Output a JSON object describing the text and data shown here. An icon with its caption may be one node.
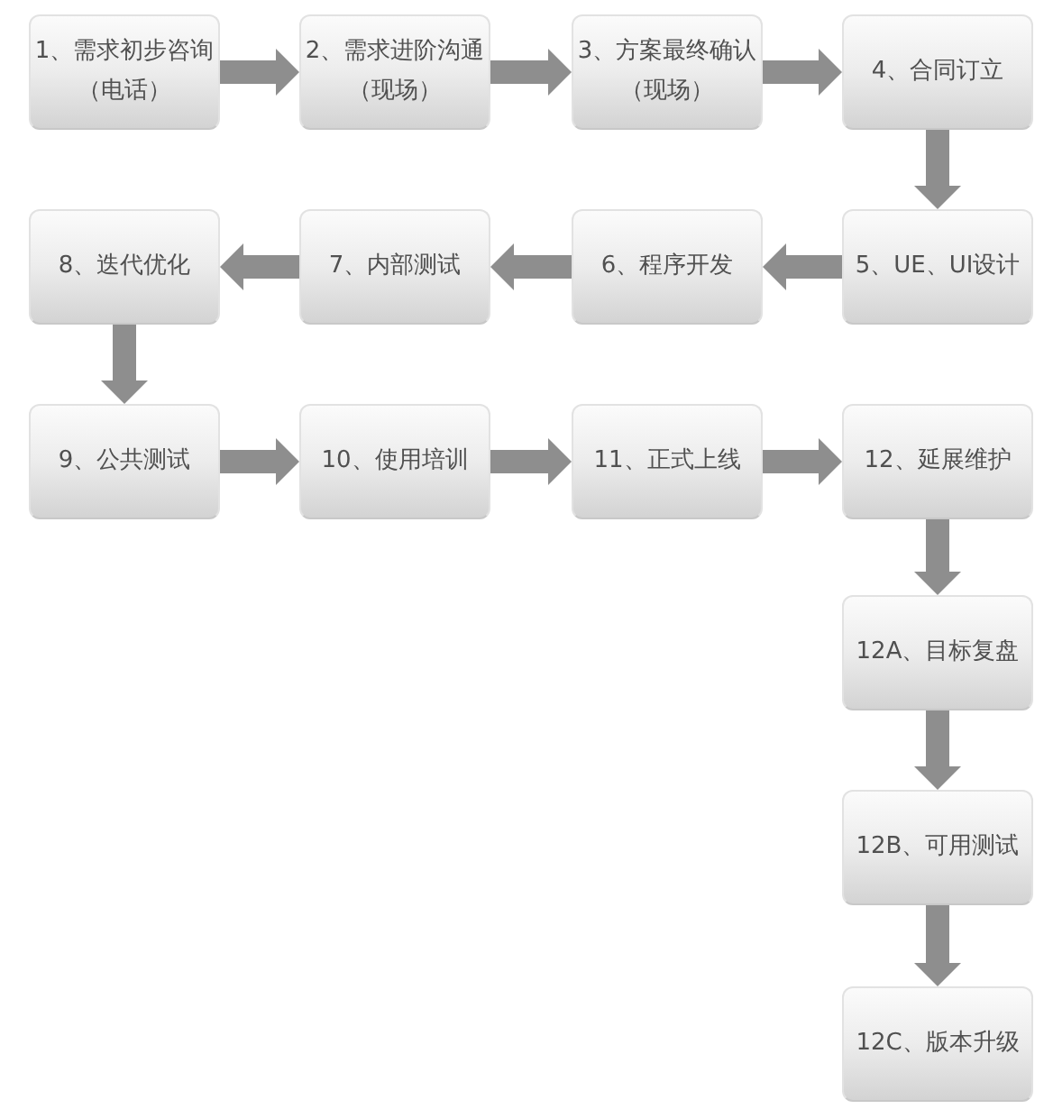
{
  "diagram": {
    "nodes": [
      {
        "text": [
          "1、需求初步咨询（电话）"
        ]
      },
      {
        "text": [
          "2、需求进阶沟通（现场）"
        ]
      },
      {
        "text": [
          "3、方案最终确认（现场）"
        ]
      },
      {
        "text": [
          "4、合同订立"
        ]
      },
      {
        "text": [
          "5、UE、UI设计"
        ]
      },
      {
        "text": [
          "6、程序开发"
        ]
      },
      {
        "text": [
          "7、内部测试"
        ]
      },
      {
        "text": [
          "8、迭代优化"
        ]
      },
      {
        "text": [
          "9、公共测试"
        ]
      },
      {
        "text": [
          "10、使用培训"
        ]
      },
      {
        "text": [
          "11、正式上线"
        ]
      },
      {
        "text": [
          "12、延展维护"
        ]
      },
      {
        "text": [
          "12A、目标复盘"
        ]
      },
      {
        "text": [
          "12B、可用测试"
        ]
      },
      {
        "text": [
          "12C、版本升级"
        ]
      }
    ],
    "edges": [
      {
        "from": 0,
        "to": 1,
        "arrow": "to"
      },
      {
        "from": 1,
        "to": 2,
        "arrow": "to"
      },
      {
        "from": 2,
        "to": 3,
        "arrow": "to"
      },
      {
        "from": 3,
        "to": 4,
        "arrow": "to"
      },
      {
        "from": 4,
        "to": 5,
        "arrow": "to"
      },
      {
        "from": 5,
        "to": 6,
        "arrow": "to"
      },
      {
        "from": 6,
        "to": 7,
        "arrow": "to"
      },
      {
        "from": 7,
        "to": 8,
        "arrow": "to"
      },
      {
        "from": 8,
        "to": 9,
        "arrow": "to"
      },
      {
        "from": 9,
        "to": 10,
        "arrow": "to"
      },
      {
        "from": 10,
        "to": 11,
        "arrow": "to"
      },
      {
        "from": 11,
        "to": 12,
        "arrow": "to"
      },
      {
        "from": 12,
        "to": 13,
        "arrow": "to"
      },
      {
        "from": 13,
        "to": 14,
        "arrow": "to"
      }
    ]
  }
}
